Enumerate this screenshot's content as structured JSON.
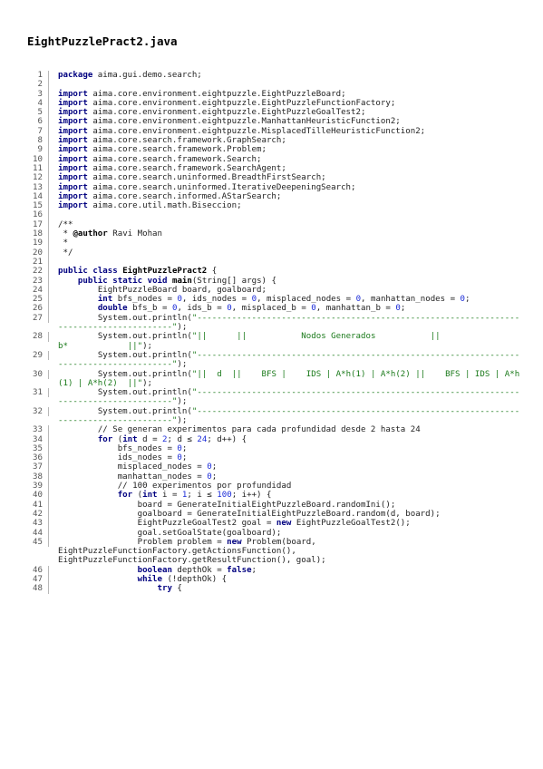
{
  "file_title": "EightPuzzlePract2.java",
  "code_lines": [
    {
      "n": "1",
      "text": "package aima.gui.demo.search;"
    },
    {
      "n": "2",
      "text": ""
    },
    {
      "n": "3",
      "text": "import aima.core.environment.eightpuzzle.EightPuzzleBoard;"
    },
    {
      "n": "4",
      "text": "import aima.core.environment.eightpuzzle.EightPuzzleFunctionFactory;"
    },
    {
      "n": "5",
      "text": "import aima.core.environment.eightpuzzle.EightPuzzleGoalTest2;"
    },
    {
      "n": "6",
      "text": "import aima.core.environment.eightpuzzle.ManhattanHeuristicFunction2;"
    },
    {
      "n": "7",
      "text": "import aima.core.environment.eightpuzzle.MisplacedTilleHeuristicFunction2;"
    },
    {
      "n": "8",
      "text": "import aima.core.search.framework.GraphSearch;"
    },
    {
      "n": "9",
      "text": "import aima.core.search.framework.Problem;"
    },
    {
      "n": "10",
      "text": "import aima.core.search.framework.Search;"
    },
    {
      "n": "11",
      "text": "import aima.core.search.framework.SearchAgent;"
    },
    {
      "n": "12",
      "text": "import aima.core.search.uninformed.BreadthFirstSearch;"
    },
    {
      "n": "13",
      "text": "import aima.core.search.uninformed.IterativeDeepeningSearch;"
    },
    {
      "n": "14",
      "text": "import aima.core.search.informed.AStarSearch;"
    },
    {
      "n": "15",
      "text": "import aima.core.util.math.Biseccion;"
    },
    {
      "n": "16",
      "text": ""
    },
    {
      "n": "17",
      "text": "/**"
    },
    {
      "n": "18",
      "text": " * @author Ravi Mohan"
    },
    {
      "n": "19",
      "text": " *"
    },
    {
      "n": "20",
      "text": " */"
    },
    {
      "n": "21",
      "text": ""
    },
    {
      "n": "22",
      "text": "public class EightPuzzlePract2 {"
    },
    {
      "n": "23",
      "text": "    public static void main(String[] args) {"
    },
    {
      "n": "24",
      "text": "        EightPuzzleBoard board, goalboard;"
    },
    {
      "n": "25",
      "text": "        int bfs_nodes = 0, ids_nodes = 0, misplaced_nodes = 0, manhattan_nodes = 0;"
    },
    {
      "n": "26",
      "text": "        double bfs_b = 0, ids_b = 0, misplaced_b = 0, manhattan_b = 0;"
    },
    {
      "n": "27",
      "text": "        System.out.println(\"----------------------------------------------------------------------------------------\");"
    },
    {
      "n": "28",
      "text": "        System.out.println(\"||      ||           Nodos Generados           ||                    b*            ||\");"
    },
    {
      "n": "29",
      "text": "        System.out.println(\"----------------------------------------------------------------------------------------\");"
    },
    {
      "n": "30",
      "text": "        System.out.println(\"||  d  ||    BFS |    IDS | A*h(1) | A*h(2) ||    BFS | IDS | A*h(1) | A*h(2)  ||\");"
    },
    {
      "n": "31",
      "text": "        System.out.println(\"----------------------------------------------------------------------------------------\");"
    },
    {
      "n": "32",
      "text": "        System.out.println(\"----------------------------------------------------------------------------------------\");"
    },
    {
      "n": "33",
      "text": "        // Se generan experimentos para cada profundidad desde 2 hasta 24"
    },
    {
      "n": "34",
      "text": "        for (int d = 2; d ≤ 24; d++) {"
    },
    {
      "n": "35",
      "text": "            bfs_nodes = 0;"
    },
    {
      "n": "36",
      "text": "            ids_nodes = 0;"
    },
    {
      "n": "37",
      "text": "            misplaced_nodes = 0;"
    },
    {
      "n": "38",
      "text": "            manhattan_nodes = 0;"
    },
    {
      "n": "39",
      "text": "            // 100 experimentos por profundidad"
    },
    {
      "n": "40",
      "text": "            for (int i = 1; i ≤ 100; i++) {"
    },
    {
      "n": "41",
      "text": "                board = GenerateInitialEightPuzzleBoard.randomIni();"
    },
    {
      "n": "42",
      "text": "                goalboard = GenerateInitialEightPuzzleBoard.random(d, board);"
    },
    {
      "n": "43",
      "text": "                EightPuzzleGoalTest2 goal = new EightPuzzleGoalTest2();"
    },
    {
      "n": "44",
      "text": "                goal.setGoalState(goalboard);"
    },
    {
      "n": "45",
      "text": "                Problem problem = new Problem(board,\nEightPuzzleFunctionFactory.getActionsFunction(),\nEightPuzzleFunctionFactory.getResultFunction(), goal);"
    },
    {
      "n": "46",
      "text": "                boolean depthOk = false;"
    },
    {
      "n": "47",
      "text": "                while (!depthOk) {"
    },
    {
      "n": "48",
      "text": "                    try {"
    }
  ]
}
